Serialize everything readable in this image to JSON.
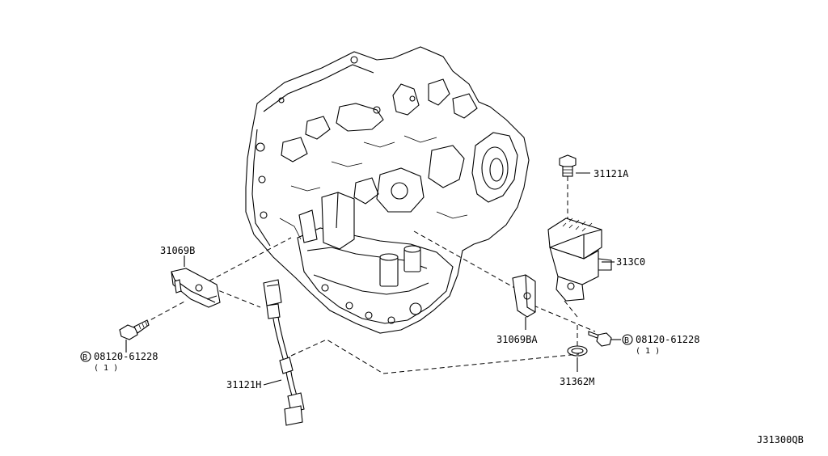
{
  "labels": {
    "p31069B": "31069B",
    "p31069BA": "31069BA",
    "p31121A": "31121A",
    "p31121H": "31121H",
    "p313C0": "313C0",
    "p31362M": "31362M",
    "bolt_left": "08120-61228",
    "bolt_left_qty": "( 1 )",
    "bolt_right": "08120-61228",
    "bolt_right_qty": "( 1 )",
    "bolt_symbol": "B",
    "diagram_ref": "J31300QB"
  }
}
